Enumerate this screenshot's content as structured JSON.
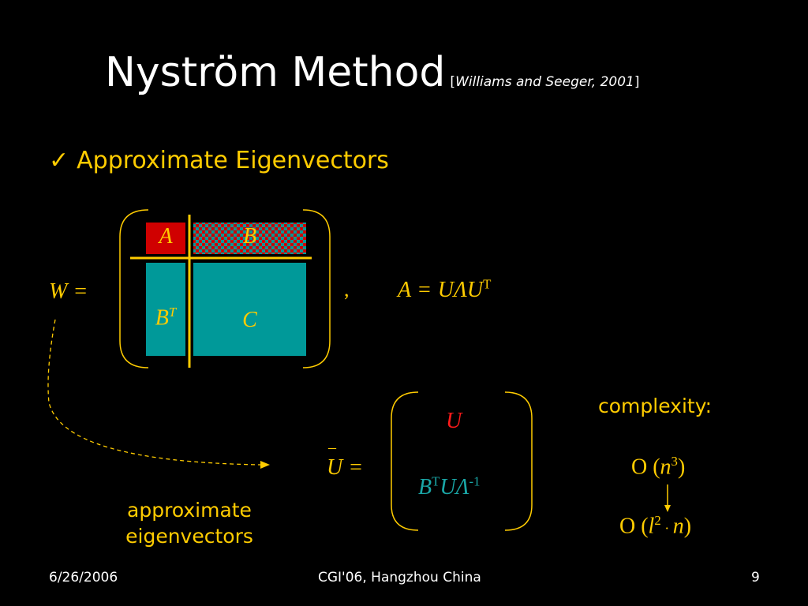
{
  "slide": {
    "title": "Nyström Method",
    "citation_open": "[",
    "citation": "Williams and Seeger, 2001",
    "citation_close": "]",
    "bullet_check": "✓",
    "bullet": "Approximate Eigenvectors"
  },
  "matrix": {
    "W_label": "W",
    "equals": "=",
    "A": "A",
    "B": "B",
    "BT_base": "B",
    "BT_sup": "T",
    "C": "C",
    "comma": ","
  },
  "eigen_eq": {
    "A": "A",
    "equals": "=",
    "rhs": "UΛU",
    "sup": "T"
  },
  "approx_eq": {
    "bar": "–",
    "U": "U",
    "equals": "=",
    "top": "U",
    "bottom_base": "B",
    "bottom_sup": "T",
    "bottom_rest": "UΛ",
    "bottom_exp": "-1"
  },
  "approx_label": {
    "line1": "approximate",
    "line2": "eigenvectors"
  },
  "complexity": {
    "label": "complexity:",
    "from_O": "O (",
    "from_var": "n",
    "from_exp": "3",
    "from_close": ")",
    "to_O": "O (",
    "to_var1": "l",
    "to_exp": "2",
    "to_dot": " · ",
    "to_var2": "n",
    "to_close": ")"
  },
  "footer": {
    "date": "6/26/2006",
    "conference": "CGI'06, Hangzhou China",
    "page": "9"
  },
  "colors": {
    "accent": "#ffcc00",
    "red_block": "#d00000",
    "teal_block": "#009999",
    "background": "#000000"
  }
}
